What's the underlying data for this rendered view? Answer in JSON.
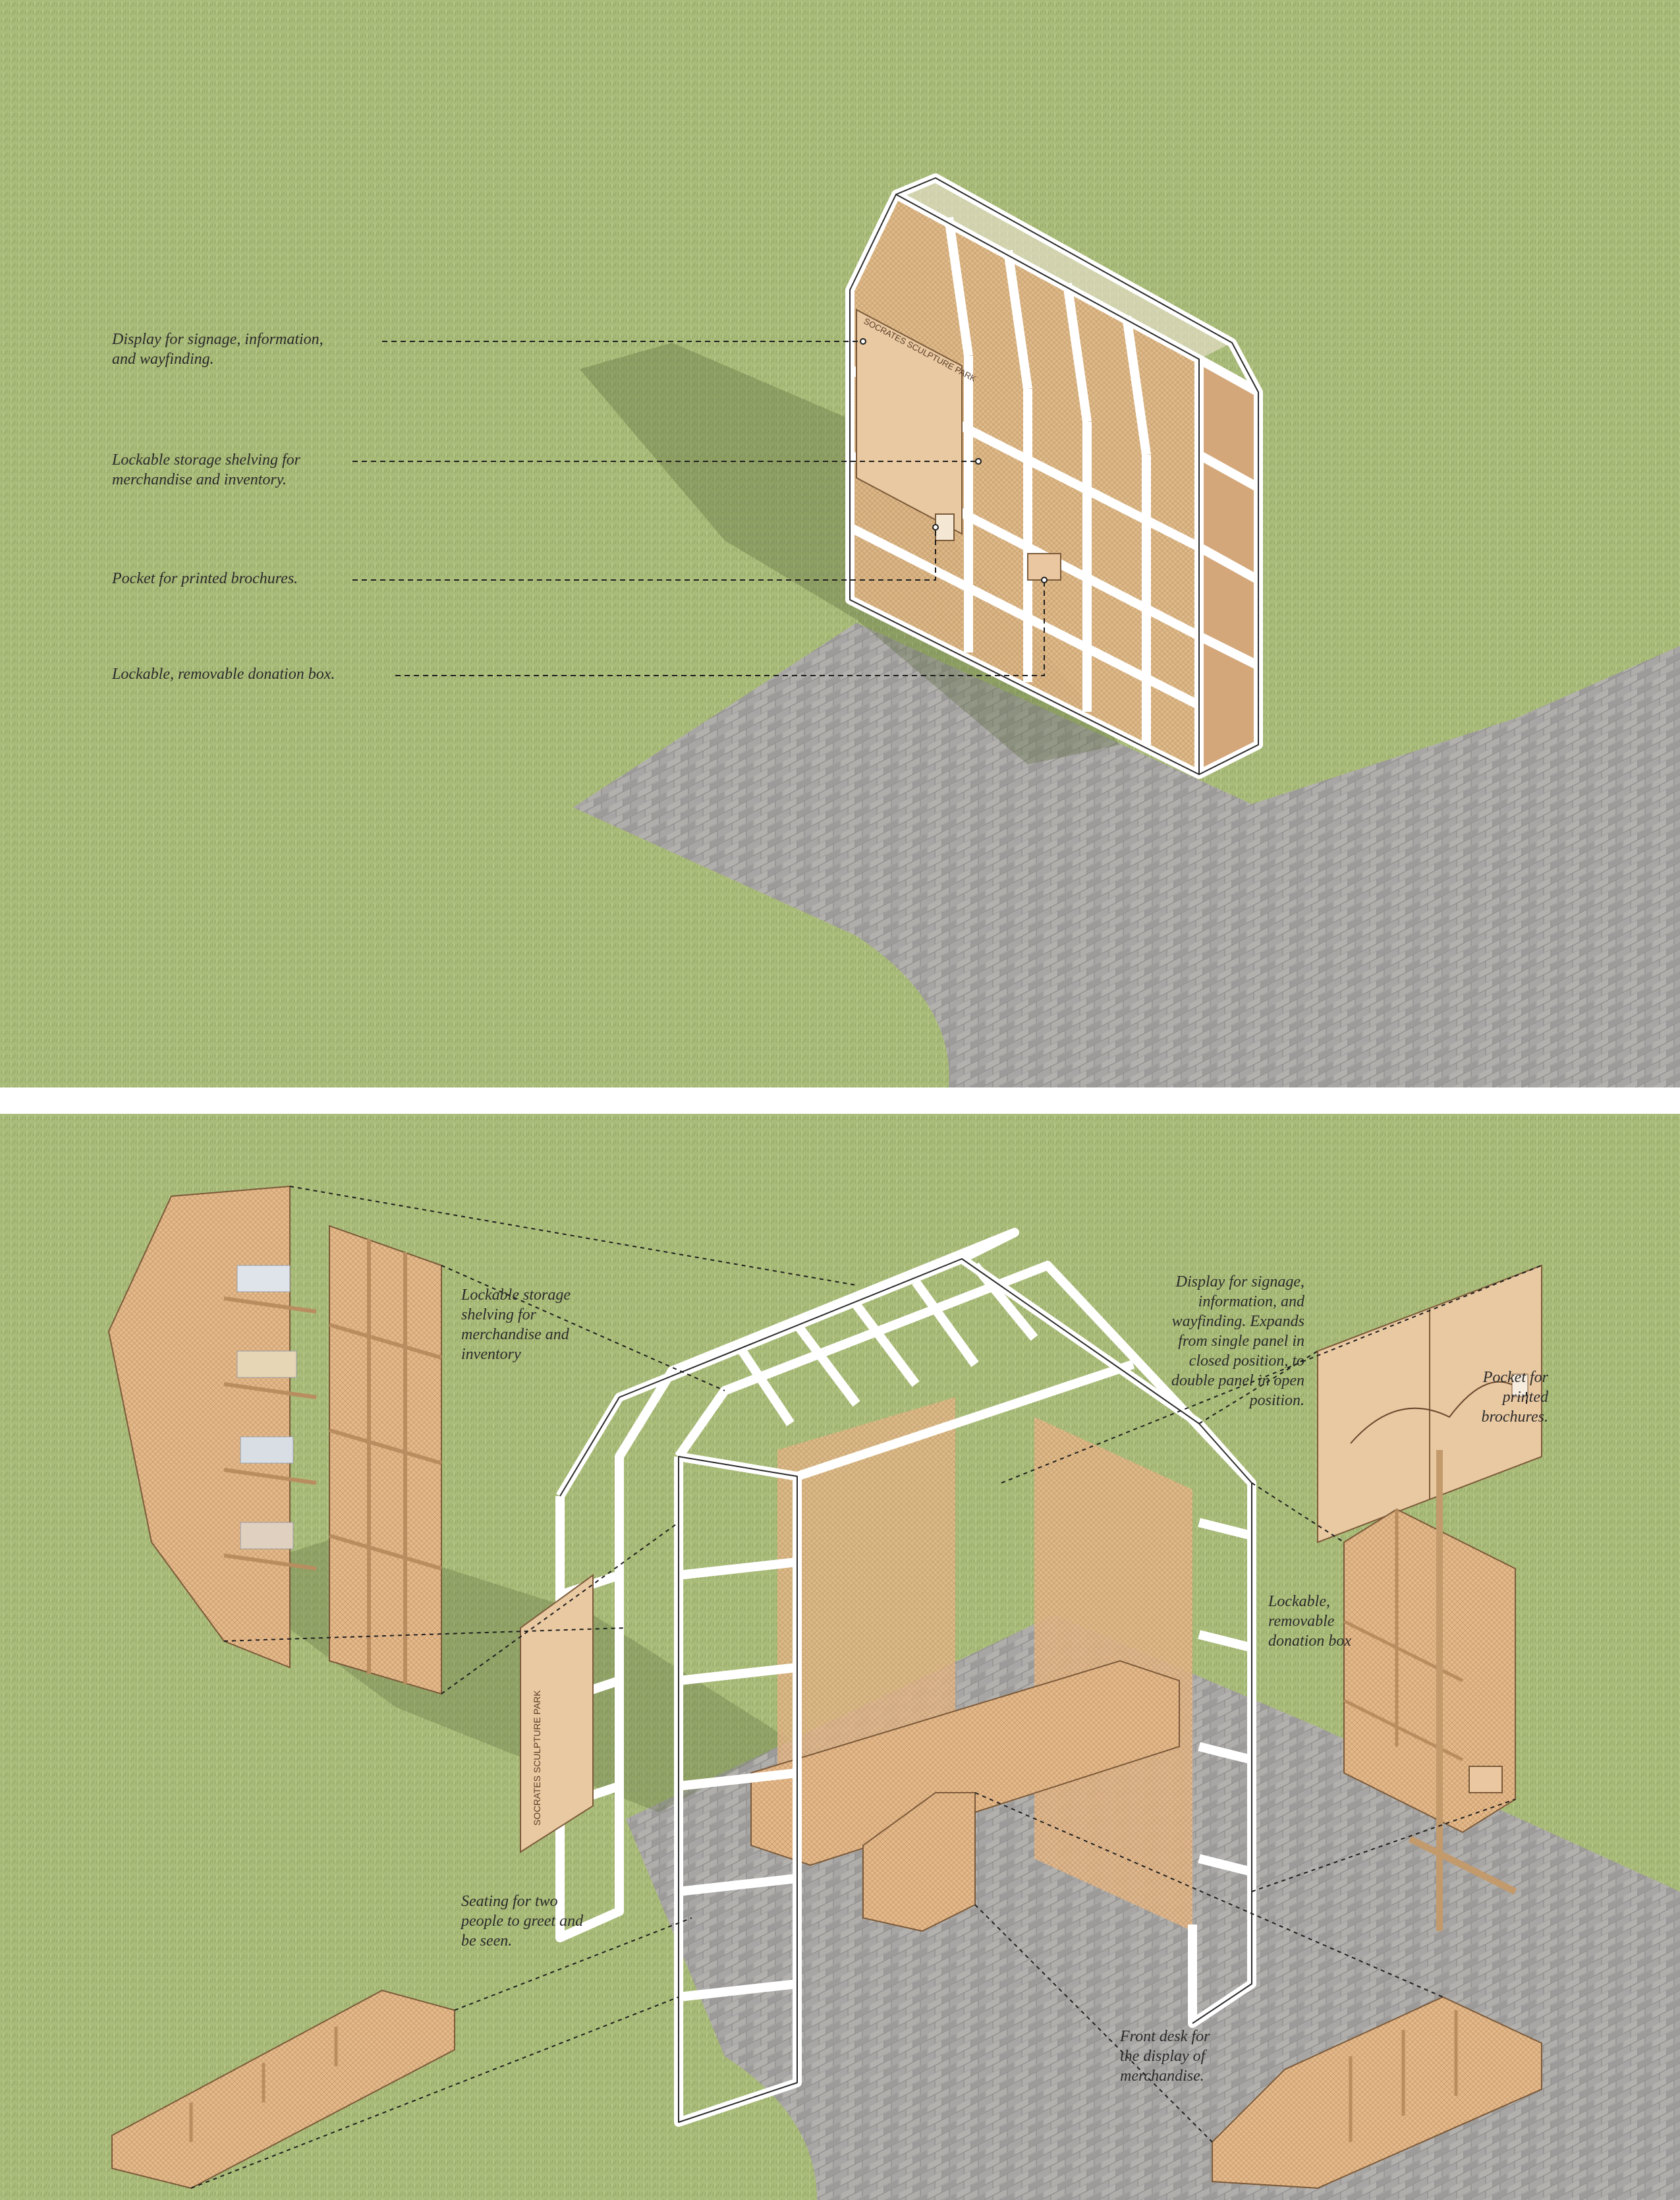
{
  "colors": {
    "grass": "#a9bb78",
    "grass_light": "#bccb8e",
    "pavement": "#a7a5a3",
    "wood": "#e3b88a",
    "wood_dark": "#b98d5f",
    "frame": "#ffffff",
    "line": "#1e1e1e",
    "divider": "#ffffff"
  },
  "top_panel": {
    "labels": {
      "signage": "Display for signage, information,\nand wayfinding.",
      "storage": "Lockable storage shelving for\nmerchandise and inventory.",
      "pocket": "Pocket for printed brochures.",
      "donation": "Lockable, removable donation box."
    },
    "sign_text": "SOCRATES SCULPTURE PARK"
  },
  "bottom_panel": {
    "labels": {
      "storage": "Lockable storage\nshelving for\nmerchandise and\ninventory",
      "signage": "Display for signage,\ninformation, and\nwayfinding. Expands\nfrom single panel in\nclosed position, to\ndouble panel in open\nposition.",
      "pocket": "Pocket for\nprinted\nbrochures.",
      "donation": "Lockable,\nremovable\ndonation box",
      "seating": "Seating for two\npeople to greet and\nbe seen.",
      "desk": "Front desk for\nthe display of\nmerchandise."
    },
    "sign_text": "SOCRATES SCULPTURE PARK"
  }
}
